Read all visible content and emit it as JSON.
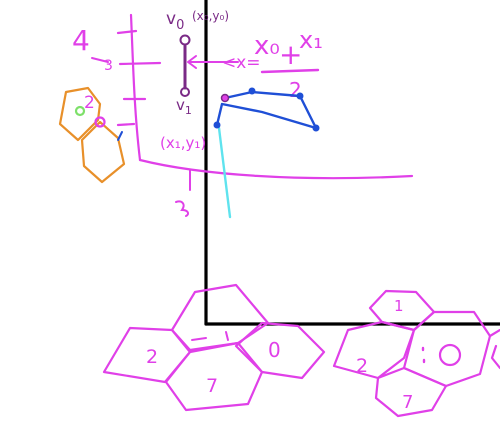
{
  "colors": {
    "background": "#ffffff",
    "axes": "#000000",
    "magenta": "#e040e8",
    "purple": "#7a2a86",
    "blue": "#1f4fd6",
    "cyan": "#5fe3ee",
    "orange": "#e8902a",
    "green": "#7ee06a"
  },
  "labels": {
    "v0": "v",
    "v0_sub": "0",
    "v0_coords": "(x₀,y₀)",
    "v1": "v",
    "v1_sub": "1",
    "v1_coords": "(x₁,y₁)",
    "formula_lhs": "<x=",
    "formula_num_a": "x₀",
    "formula_plus": "+",
    "formula_num_b": "x₁",
    "formula_den": "2",
    "ruler_4": "4",
    "ruler_3": "3",
    "ruler_2": "2",
    "hex_2": "2",
    "tile_2_left": "2",
    "tile_0": "0",
    "tile_7": "7",
    "tile_1": "1",
    "tile_2_right": "2",
    "tile_7_right": "7"
  }
}
